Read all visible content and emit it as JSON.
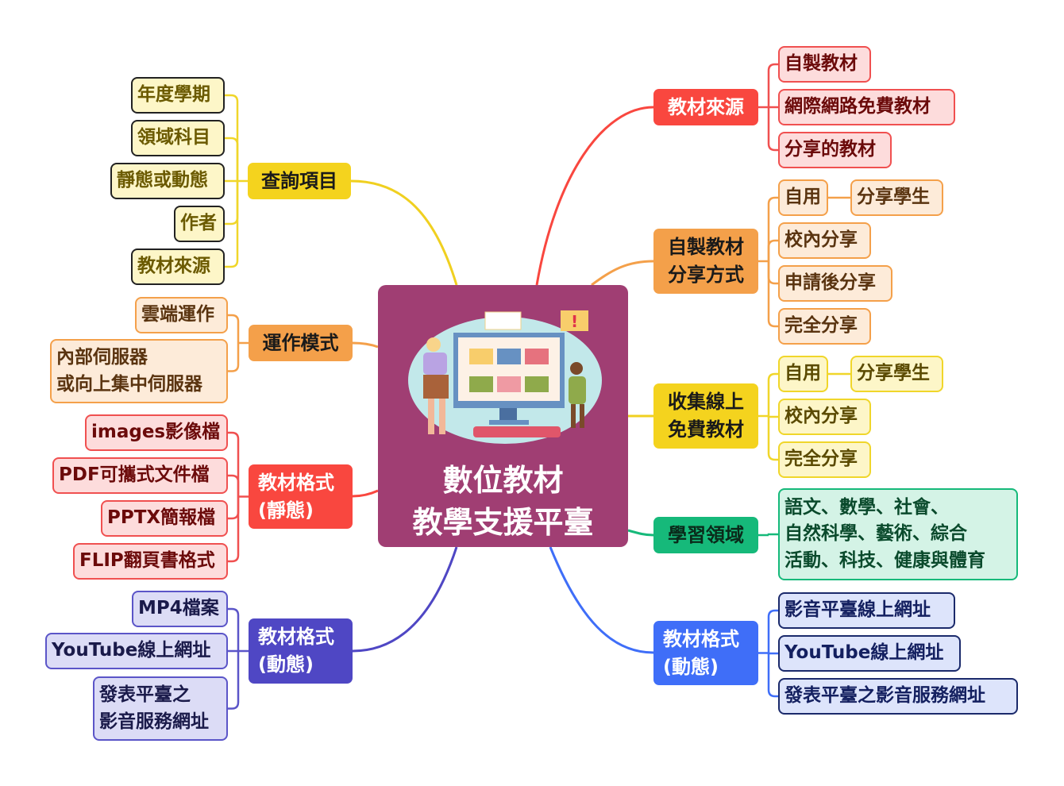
{
  "center": {
    "title_line1": "數位教材",
    "title_line2": "教學支援平臺"
  },
  "right": [
    {
      "label": "教材來源",
      "leaves": [
        "自製教材",
        "網際網路免費教材",
        "分享的教材"
      ]
    },
    {
      "label_line1": "自製教材",
      "label_line2": "分享方式",
      "leaves": [
        "自用",
        "校內分享",
        "申請後分享",
        "完全分享"
      ],
      "sub": "分享學生"
    },
    {
      "label_line1": "收集線上",
      "label_line2": "免費教材",
      "leaves": [
        "自用",
        "校內分享",
        "完全分享"
      ],
      "sub": "分享學生"
    },
    {
      "label": "學習領域",
      "leaves": [
        [
          "語文、數學、社會、",
          "自然科學、藝術、綜合",
          "活動、科技、健康與體育"
        ]
      ]
    },
    {
      "label_line1": "教材格式",
      "label_line2": "(動態)",
      "leaves": [
        "影音平臺線上網址",
        "YouTube線上網址",
        "發表平臺之影音服務網址"
      ]
    }
  ],
  "left": [
    {
      "label": "查詢項目",
      "leaves": [
        "年度學期",
        "領域科目",
        "靜態或動態",
        "作者",
        "教材來源"
      ]
    },
    {
      "label": "運作模式",
      "leaves": [
        "雲端運作",
        [
          "內部伺服器",
          "或向上集中伺服器"
        ]
      ]
    },
    {
      "label_line1": "教材格式",
      "label_line2": "(靜態)",
      "leaves": [
        "images影像檔",
        "PDF可攜式文件檔",
        "PPTX簡報檔",
        "FLIP翻頁書格式"
      ]
    },
    {
      "label_line1": "教材格式",
      "label_line2": "(動態)",
      "leaves": [
        "MP4檔案",
        "YouTube線上網址",
        [
          "發表平臺之",
          "影音服務網址"
        ]
      ]
    }
  ],
  "colors": {
    "center": "#a03e73",
    "red": "#f9473f",
    "orange": "#f4a04a",
    "yellow": "#f4d31e",
    "green": "#16b97a",
    "blue": "#3f6ef8",
    "purple": "#4f47c4"
  }
}
